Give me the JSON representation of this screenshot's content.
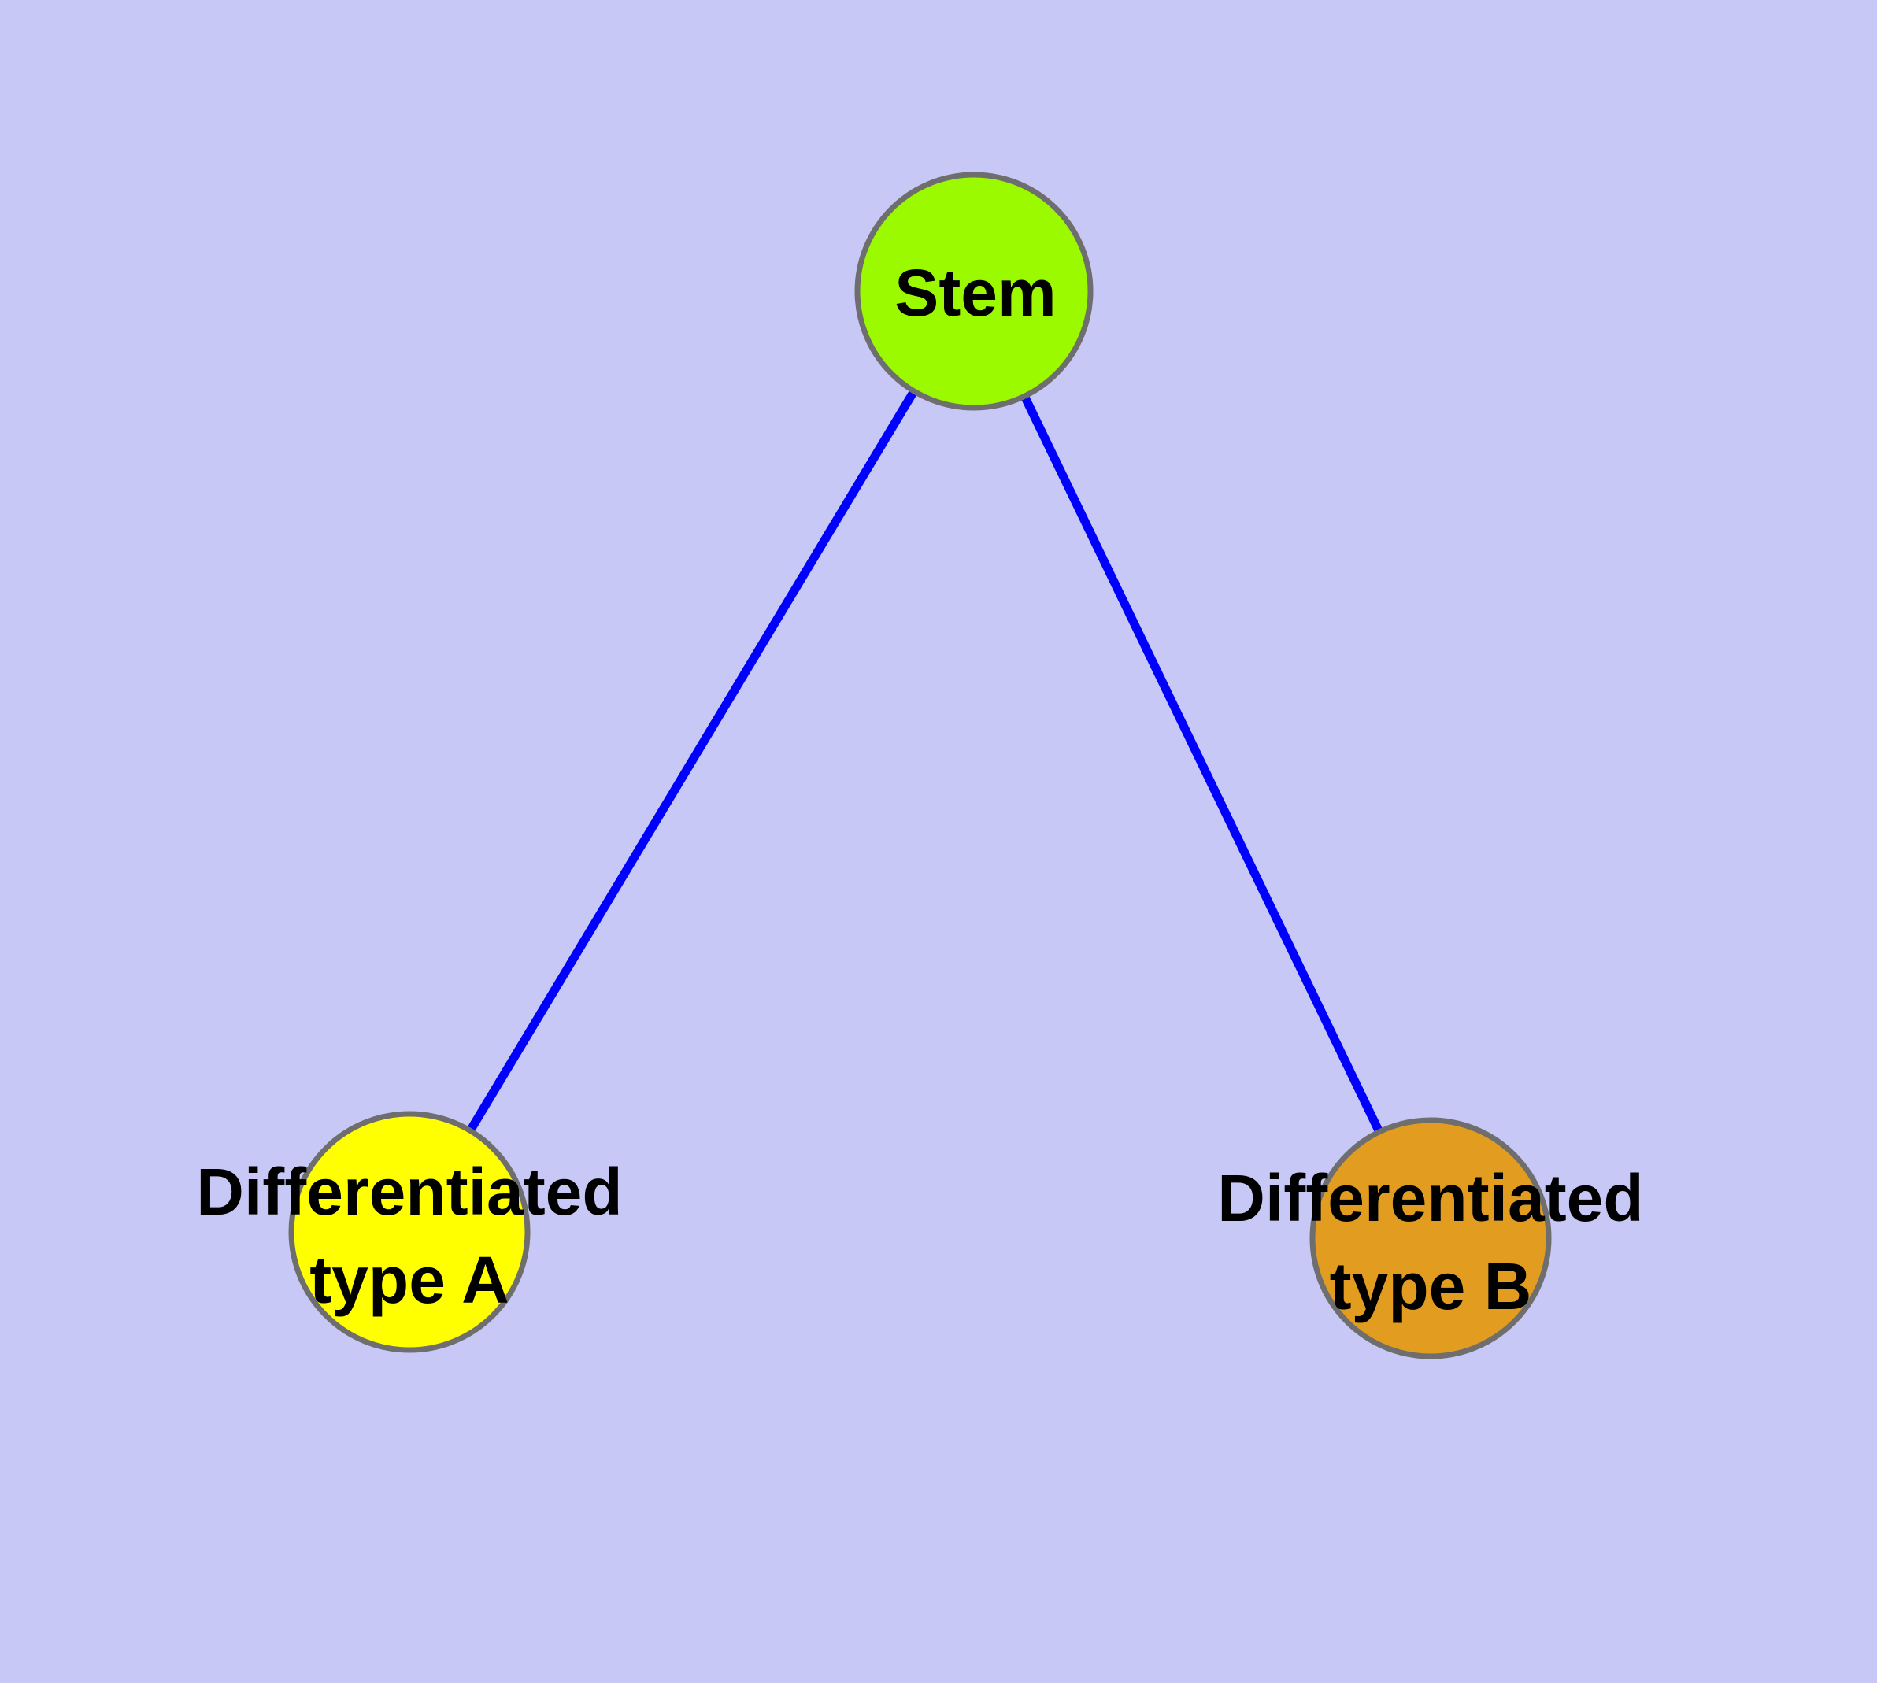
{
  "diagram": {
    "type": "node-link-graph",
    "background_color": "#C8C8F7",
    "edge_color": "#0000FF",
    "node_border_color": "#6E6E6E",
    "label_color": "#000000",
    "nodes": [
      {
        "id": "stem",
        "label": "Stem",
        "color": "#9BFA00"
      },
      {
        "id": "type-a",
        "label": "Differentiated\ntype A",
        "color": "#FFFF00"
      },
      {
        "id": "type-b",
        "label": "Differentiated\ntype B",
        "color": "#E29D20"
      }
    ],
    "edges": [
      {
        "from": "stem",
        "to": "type-a"
      },
      {
        "from": "stem",
        "to": "type-b"
      }
    ]
  }
}
